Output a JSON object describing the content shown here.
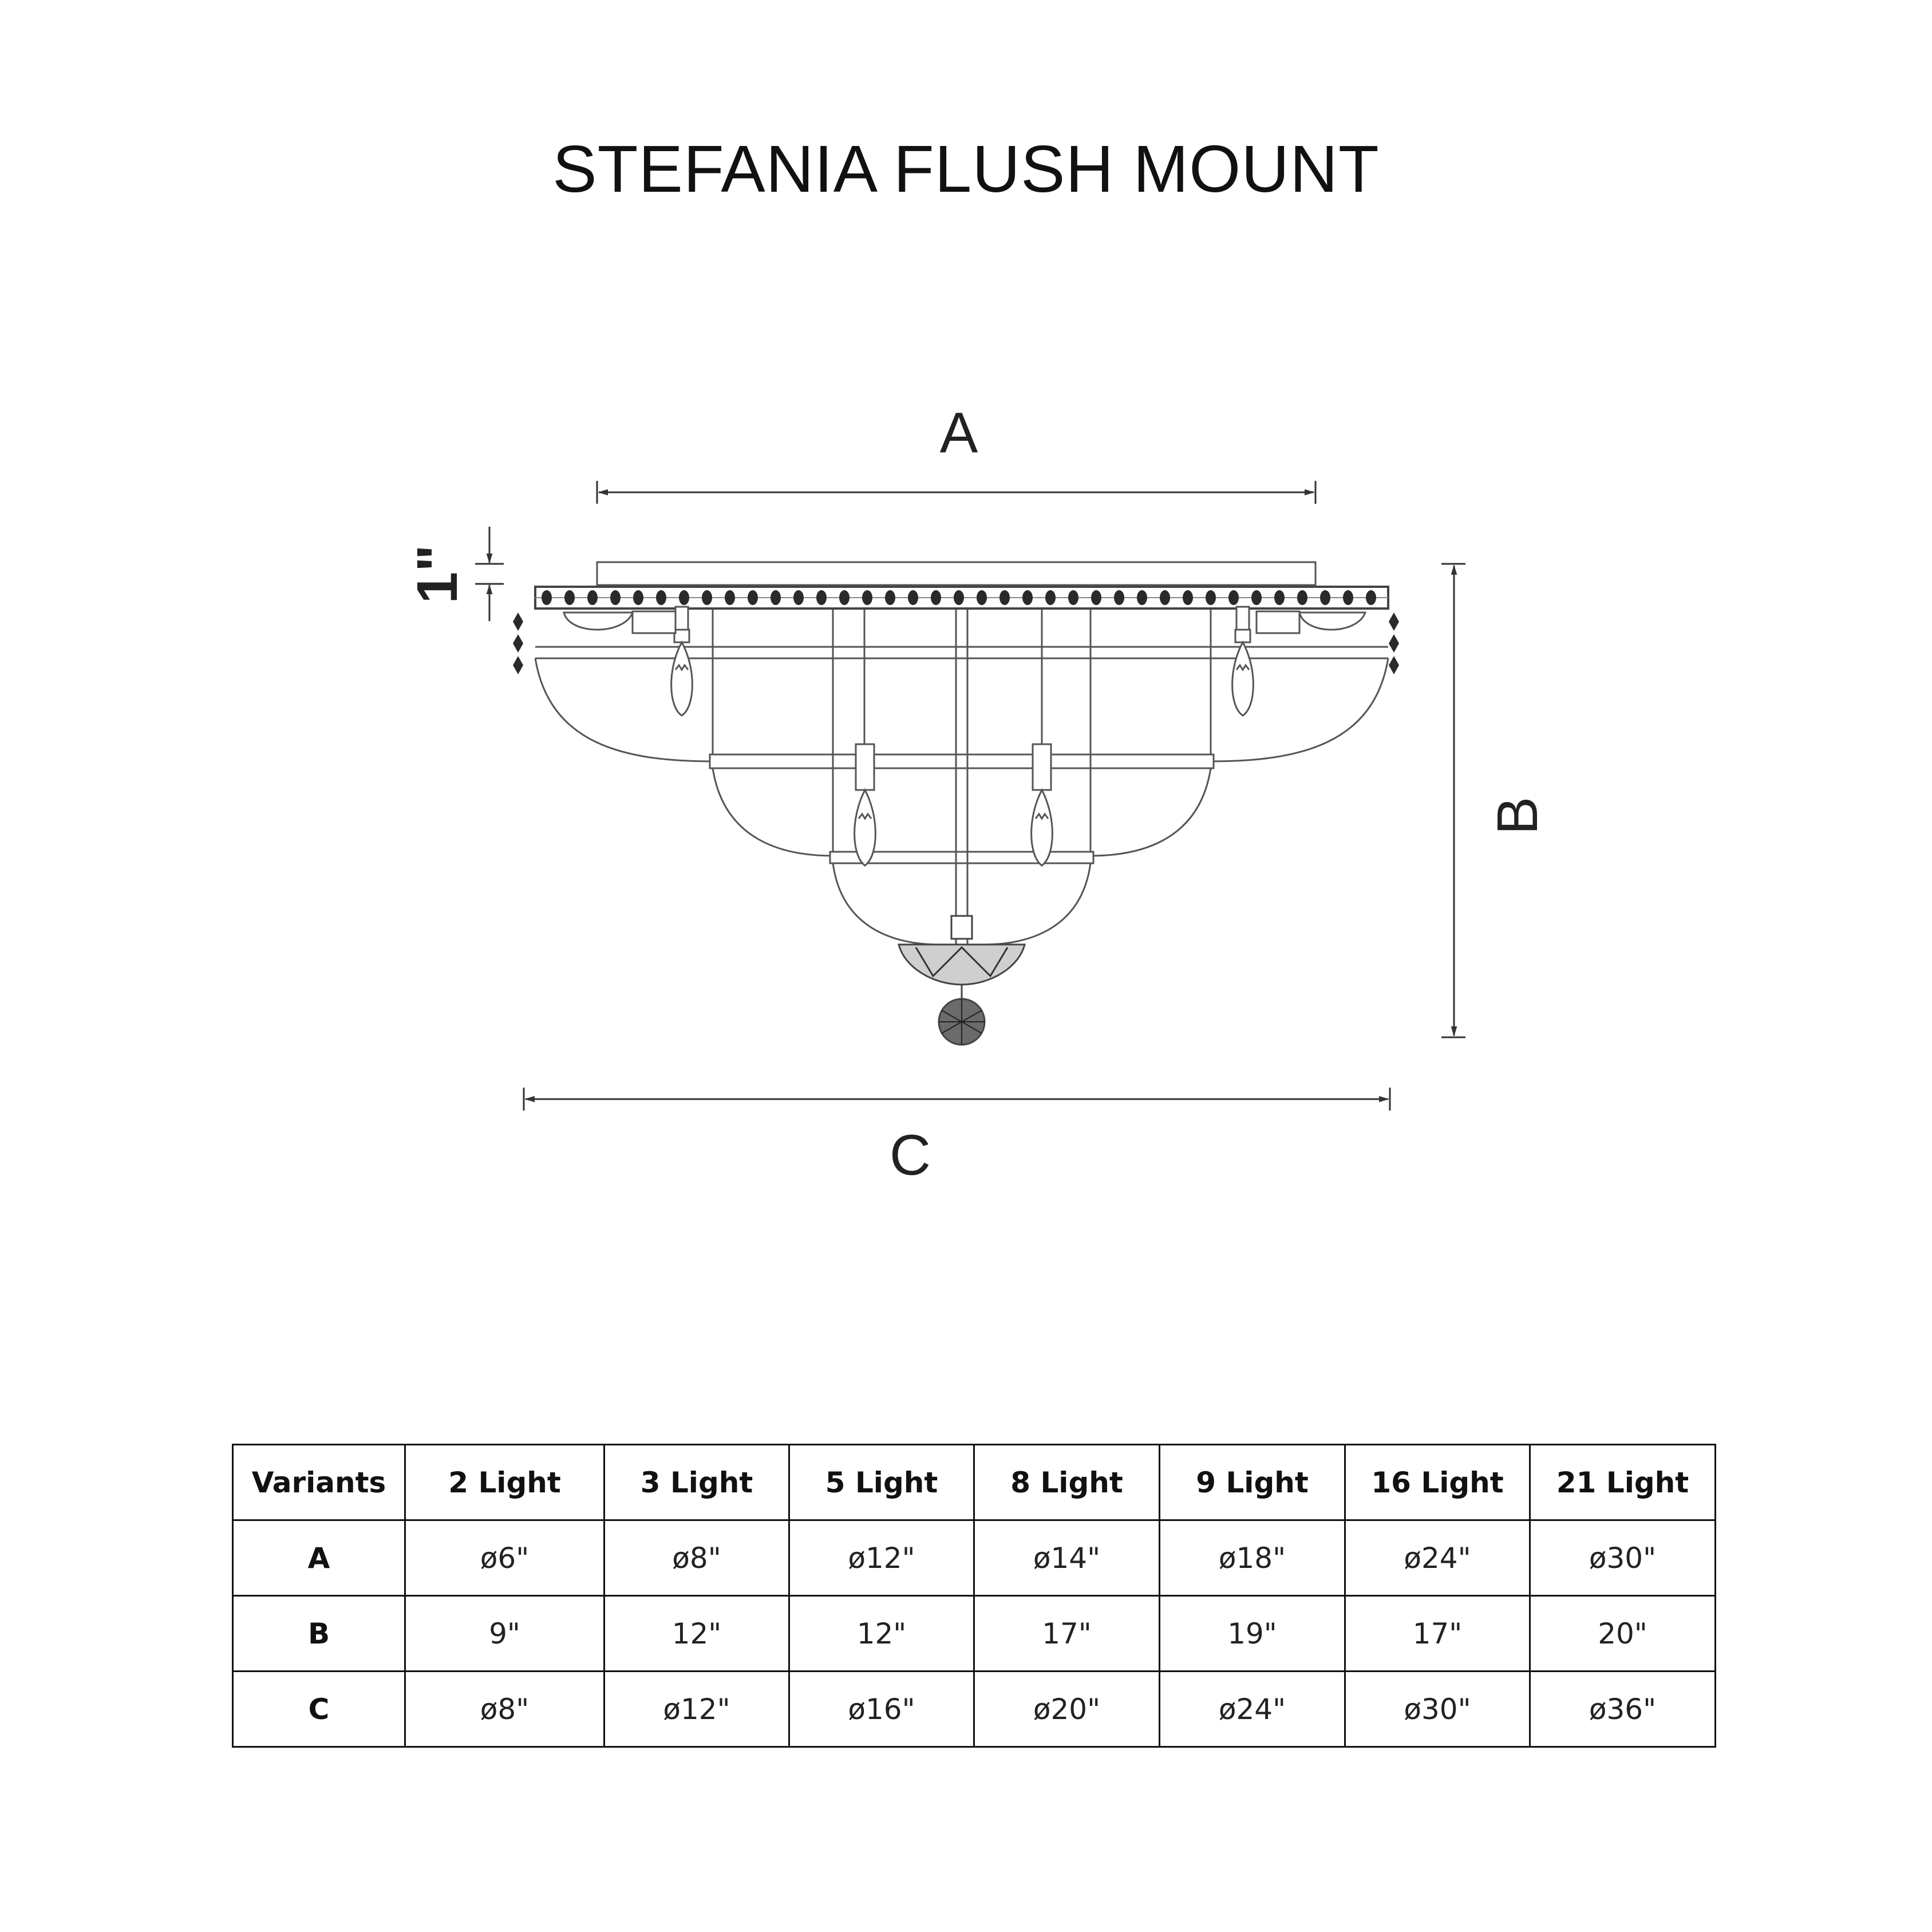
{
  "title": "STEFANIA FLUSH MOUNT",
  "dimension_labels": {
    "a": "A",
    "b": "B",
    "c": "C",
    "canopy": "1\""
  },
  "table": {
    "header": [
      "Variants",
      "2 Light",
      "3 Light",
      "5 Light",
      "8 Light",
      "9 Light",
      "16 Light",
      "21 Light"
    ],
    "rows": [
      {
        "label": "A",
        "values": [
          "ø6\"",
          "ø8\"",
          "ø12\"",
          "ø14\"",
          "ø18\"",
          "ø24\"",
          "ø30\""
        ]
      },
      {
        "label": "B",
        "values": [
          "9\"",
          "12\"",
          "12\"",
          "17\"",
          "19\"",
          "17\"",
          "20\""
        ]
      },
      {
        "label": "C",
        "values": [
          "ø8\"",
          "ø12\"",
          "ø16\"",
          "ø20\"",
          "ø24\"",
          "ø30\"",
          "ø36\""
        ]
      }
    ]
  }
}
